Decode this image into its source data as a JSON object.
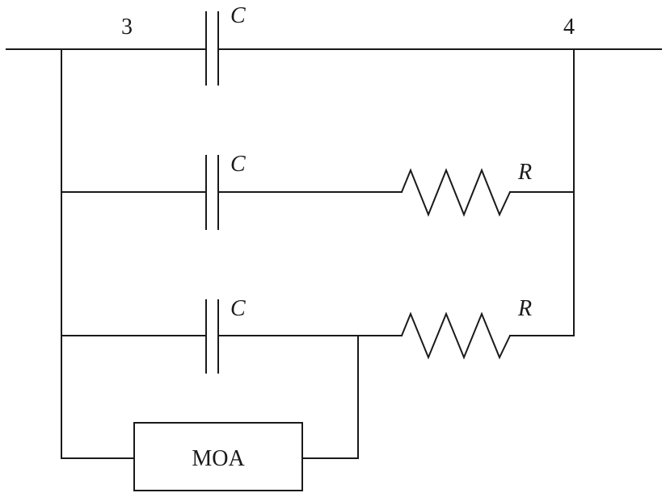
{
  "nodes": {
    "left": "3",
    "right": "4"
  },
  "branches": [
    {
      "capacitor": "C"
    },
    {
      "capacitor": "C",
      "resistor": "R"
    },
    {
      "capacitor": "C",
      "resistor": "R"
    }
  ],
  "arrester": {
    "label": "MOA"
  },
  "colors": {
    "ink": "#1a1a1a",
    "background": "#ffffff"
  }
}
